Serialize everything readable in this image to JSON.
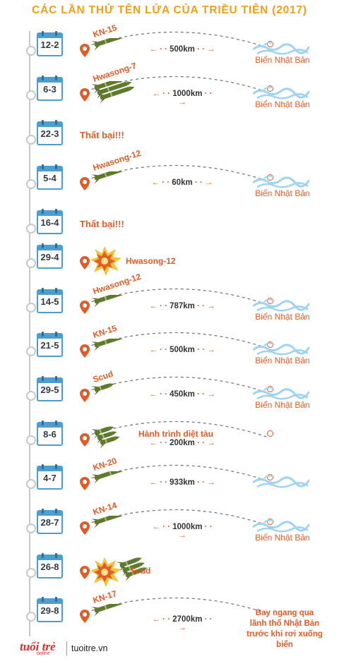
{
  "title": "CÁC LẦN THỬ TÊN LỬA CỦA TRIỀU TIÊN (2017)",
  "colors": {
    "accent": "#e25c25",
    "title": "#f0a018",
    "calendar": "#4d9ed0",
    "missile": "#5f7a2d",
    "sea": "#9fd3ef"
  },
  "launches": [
    {
      "date": "12-2",
      "missile": "KN-15",
      "distance": "500km",
      "destination": "Biển Nhật Bản"
    },
    {
      "date": "6-3",
      "missile": "Hwasong-7",
      "distance": "1000km",
      "destination": "Biển Nhật Bản"
    },
    {
      "date": "22-3",
      "status": "Thất bại!!!"
    },
    {
      "date": "5-4",
      "missile": "Hwasong-12",
      "distance": "60km",
      "destination": "Biển Nhật Bản"
    },
    {
      "date": "16-4",
      "status": "Thất bại!!!"
    },
    {
      "date": "29-4",
      "missile": "Hwasong-12",
      "explosion": true
    },
    {
      "date": "14-5",
      "missile": "Hwasong-12",
      "distance": "787km",
      "destination": "Biển Nhật Bản"
    },
    {
      "date": "21-5",
      "missile": "KN-15",
      "distance": "500km",
      "destination": "Biển Nhật Bản"
    },
    {
      "date": "29-5",
      "missile": "Scud",
      "distance": "450km",
      "destination": "Biển Nhật Bản"
    },
    {
      "date": "8-6",
      "missile": "Hành trình diệt tàu",
      "distance": "200km"
    },
    {
      "date": "4-7",
      "missile": "KN-20",
      "distance": "933km"
    },
    {
      "date": "28-7",
      "missile": "KN-14",
      "distance": "1000km",
      "destination": "Biển Nhật Bản"
    },
    {
      "date": "26-8",
      "missile": "Scud",
      "explosion": true
    },
    {
      "date": "29-8",
      "missile": "KN-17",
      "distance": "2700km",
      "note": [
        "Bay ngang qua",
        "lãnh thổ Nhật Bản",
        "trước khi rơi xuống biển"
      ]
    }
  ],
  "footer": {
    "logo": "tuổi trẻ",
    "logo_sub": "online",
    "site": "tuoitre.vn"
  },
  "icons": [
    "calendar-icon",
    "location-pin-icon",
    "missile-icon",
    "explosion-icon",
    "sea-wave-icon",
    "double-arrow-icon"
  ]
}
